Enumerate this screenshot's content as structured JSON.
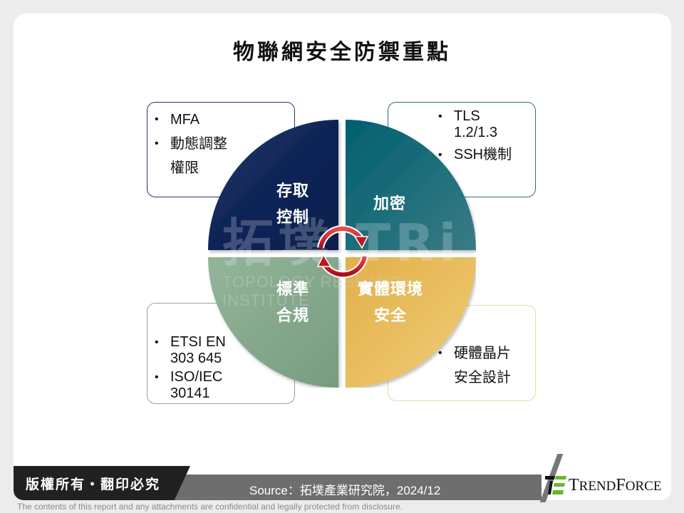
{
  "title": "物聯網安全防禦重點",
  "quadrants": [
    {
      "id": "top-left",
      "label_lines": [
        "存取",
        "控制"
      ],
      "color": "#0e2456"
    },
    {
      "id": "top-right",
      "label_lines": [
        "加密"
      ],
      "color": "#005f6e"
    },
    {
      "id": "bottom-left",
      "label_lines": [
        "標準",
        "合規"
      ],
      "color": "#84a98a"
    },
    {
      "id": "bottom-right",
      "label_lines": [
        "實體環境",
        "安全"
      ],
      "color": "#e8bd5a"
    }
  ],
  "boxes": {
    "top_left": {
      "items": [
        "MFA",
        "動態調整權限"
      ],
      "item_lines": [
        [
          "MFA"
        ],
        [
          "動態調整",
          "權限"
        ]
      ],
      "border_color": "#23386b"
    },
    "top_right": {
      "items": [
        "TLS 1.2/1.3",
        "SSH機制"
      ],
      "item_lines": [
        [
          "TLS",
          "1.2/1.3"
        ],
        [
          "SSH機制"
        ]
      ],
      "border_color": "#2a6f7a"
    },
    "bottom_left": {
      "items": [
        "ETSI EN 303 645",
        "ISO/IEC 30141"
      ],
      "item_lines": [
        [
          "ETSI EN",
          "303 645"
        ],
        [
          "ISO/IEC",
          "30141"
        ]
      ],
      "border_color": "#8aab8f"
    },
    "bottom_right": {
      "items": [
        "硬體晶片安全設計"
      ],
      "item_lines": [
        [
          "硬體晶片",
          "安全設計"
        ]
      ],
      "border_color": "#ecd7a6"
    }
  },
  "cycle_icon": {
    "name": "cycle-arrows-icon",
    "color": "#c0161e"
  },
  "watermark": {
    "main": "拓墣 TRi",
    "sub": "TOPOLOGY RESEARCH INSTITUTE"
  },
  "footer": {
    "copyright": "版權所有・翻印必究",
    "source": "Source：拓墣產業研究院，2024/12",
    "logo_text_big1": "T",
    "logo_text_small1": "REND",
    "logo_text_big2": "F",
    "logo_text_small2": "ORCE",
    "disclaimer": "The contents of this report and any attachments are confidential and legally protected from disclosure."
  },
  "colors": {
    "background": "#ececec",
    "card": "#ffffff",
    "footer_dark": "#212121",
    "footer_gray": "#6e6e6e",
    "logo_green": "#6bb52b"
  }
}
